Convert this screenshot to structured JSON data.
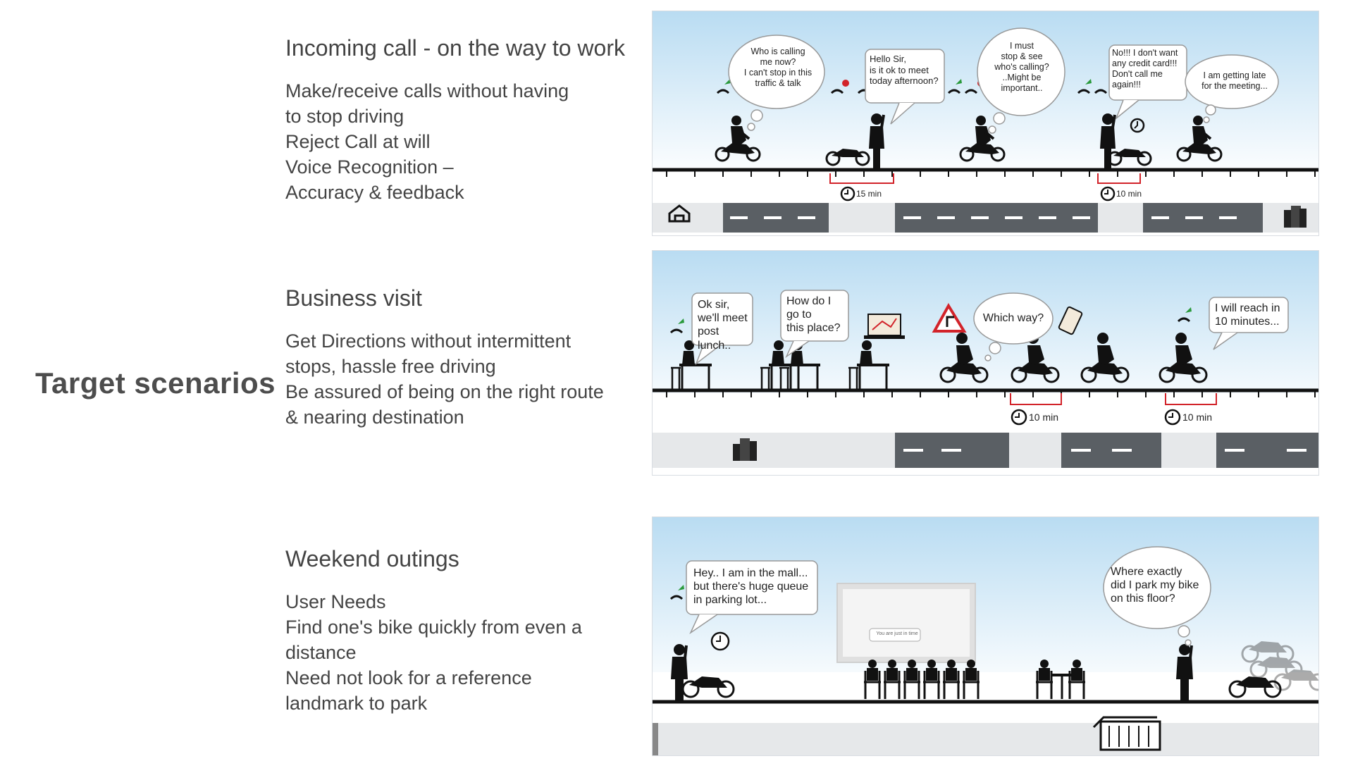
{
  "page": {
    "title": "Target scenarios"
  },
  "scenarios": [
    {
      "heading": "Incoming call - on the way to work",
      "needs": [
        "Make/receive calls without having",
        "to stop driving",
        "Reject Call at will",
        "Voice Recognition –",
        "Accuracy & feedback"
      ],
      "bubbles": [
        "Who is calling\nme now?\nI can't stop in this\ntraffic & talk",
        "Hello Sir,\nis it ok to meet\ntoday afternoon?",
        "I must\nstop & see\nwho's calling?\n..Might be\nimportant..",
        "No!!! I don't want\nany credit card!!!\nDon't call me\nagain!!!",
        "I am getting late\nfor the meeting..."
      ],
      "durations": [
        "15 min",
        "10 min"
      ]
    },
    {
      "heading": "Business visit",
      "needs": [
        "Get Directions without intermittent",
        "stops, hassle free driving",
        "Be assured of being on the right route",
        "& nearing destination"
      ],
      "bubbles": [
        "Ok sir,\nwe'll meet\npost lunch..",
        "How do I\ngo to\nthis place?",
        "Which way?",
        "I will reach in\n10 minutes..."
      ],
      "durations": [
        "10 min",
        "10 min"
      ]
    },
    {
      "heading": "Weekend outings",
      "needs": [
        "User Needs",
        "Find one's bike quickly from even a",
        "distance",
        "Need not look for a reference",
        "landmark to park"
      ],
      "bubbles": [
        "Hey.. I am in the mall...\nbut there's huge queue\nin parking lot...",
        "Where exactly\ndid I park my bike\non this floor?"
      ],
      "screen_text": "You are just in time"
    }
  ],
  "colors": {
    "sky_top": "#b9dcf2",
    "road": "#555a5f",
    "accept_green": "#2a9a3c",
    "reject_red": "#d2232a",
    "highlight": "#d2232a"
  }
}
